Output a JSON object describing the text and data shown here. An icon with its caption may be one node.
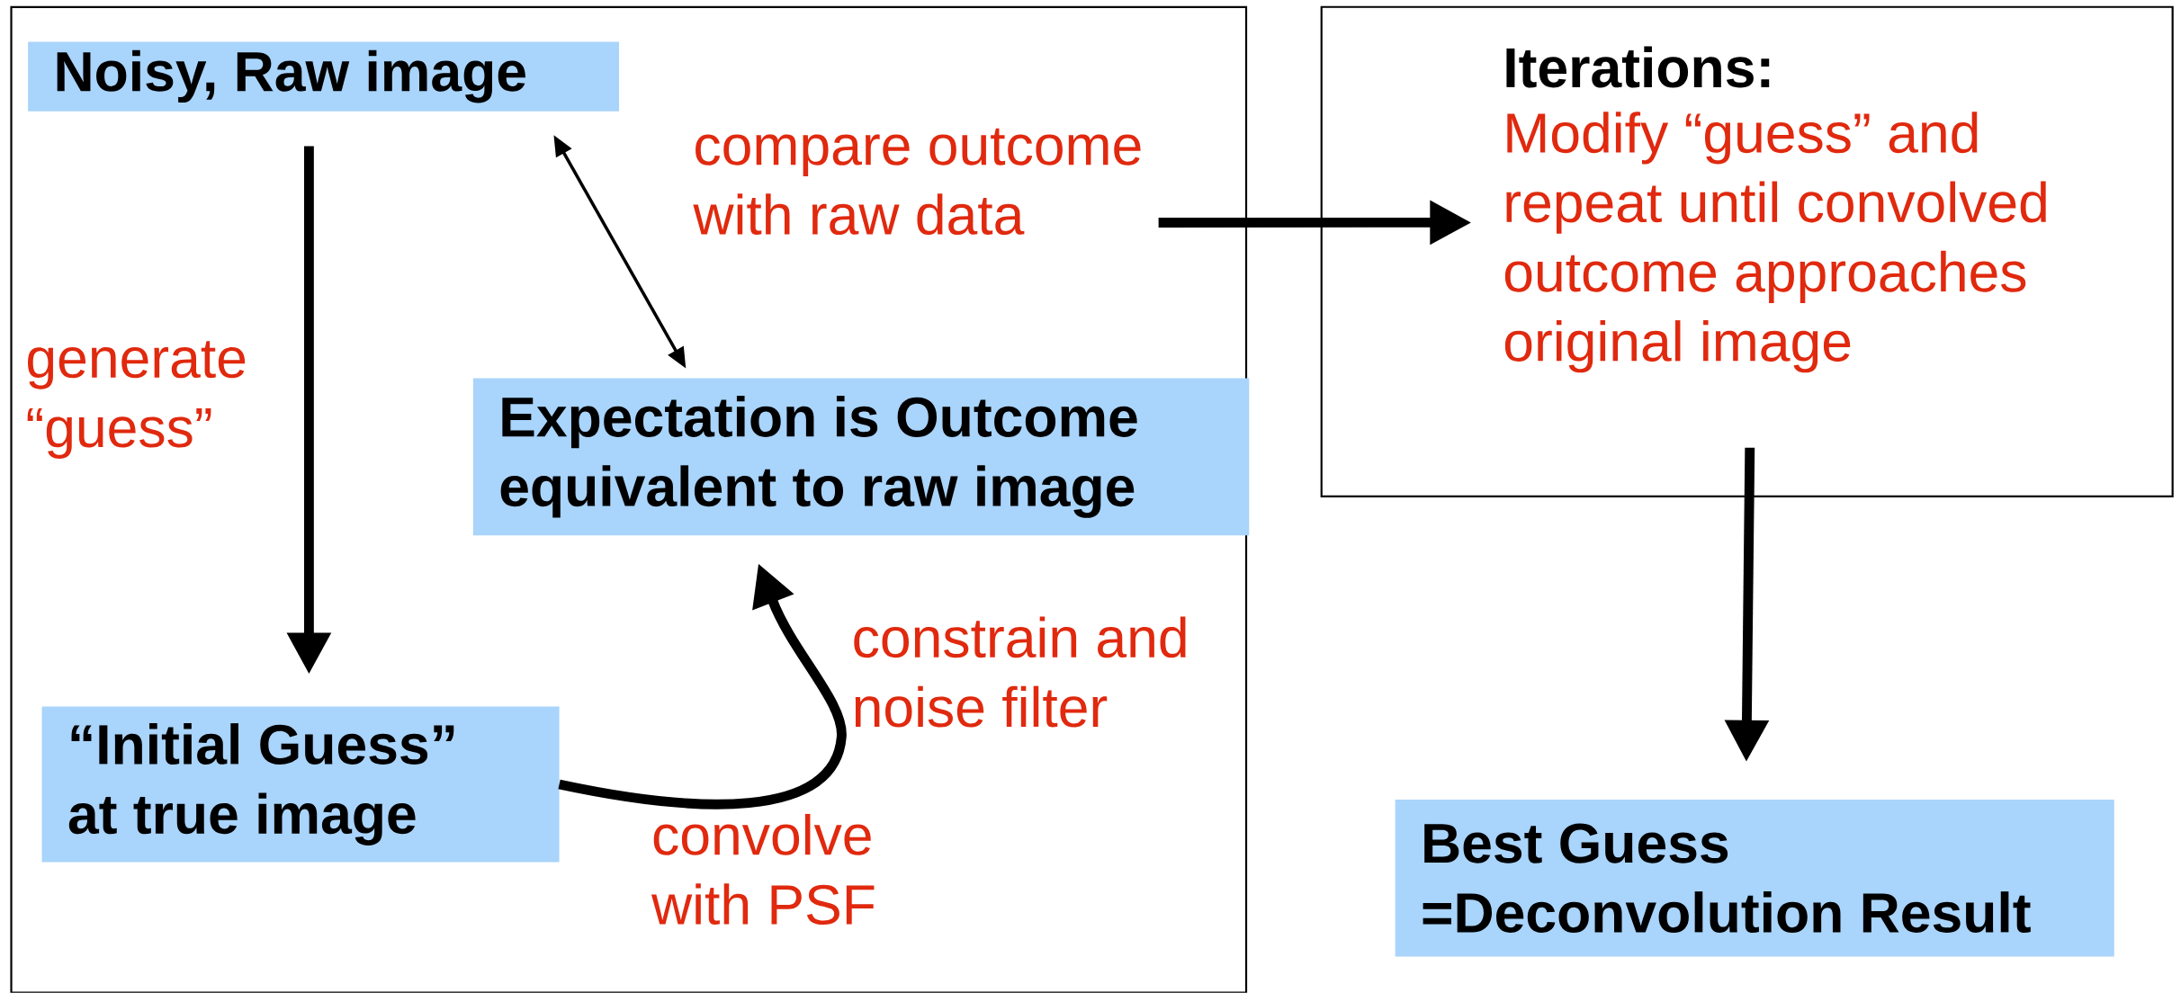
{
  "diagram": {
    "nodes": [
      {
        "text": [],
        "shape": "box"
      },
      {
        "text": [
          "Noisy, Raw image"
        ],
        "in": 0
      },
      {
        "text": [
          "Expectation is Outcome equivalent to raw image"
        ],
        "in": 0
      },
      {
        "text": [
          "“Initial Guess” at true image"
        ],
        "in": 0
      },
      {
        "text": [
          "Iterations:",
          "Modify “guess” and repeat until convolved outcome approaches original image"
        ]
      },
      {
        "text": [
          "Best Guess =Deconvolution Result"
        ]
      }
    ],
    "edges": [
      {
        "from": 1,
        "to": 3,
        "arrow": "to",
        "label": "generate “guess”"
      },
      {
        "from": 2,
        "to": 1,
        "arrow": "both",
        "label": "compare outcome with raw data"
      },
      {
        "from": 3,
        "to": 2,
        "arrow": "to",
        "label": "convolve with PSF"
      },
      {
        "from": 0,
        "to": 4,
        "arrow": "to"
      },
      {
        "from": 4,
        "to": 5,
        "arrow": "to"
      }
    ],
    "labels": [
      "constrain and noise filter"
    ]
  }
}
